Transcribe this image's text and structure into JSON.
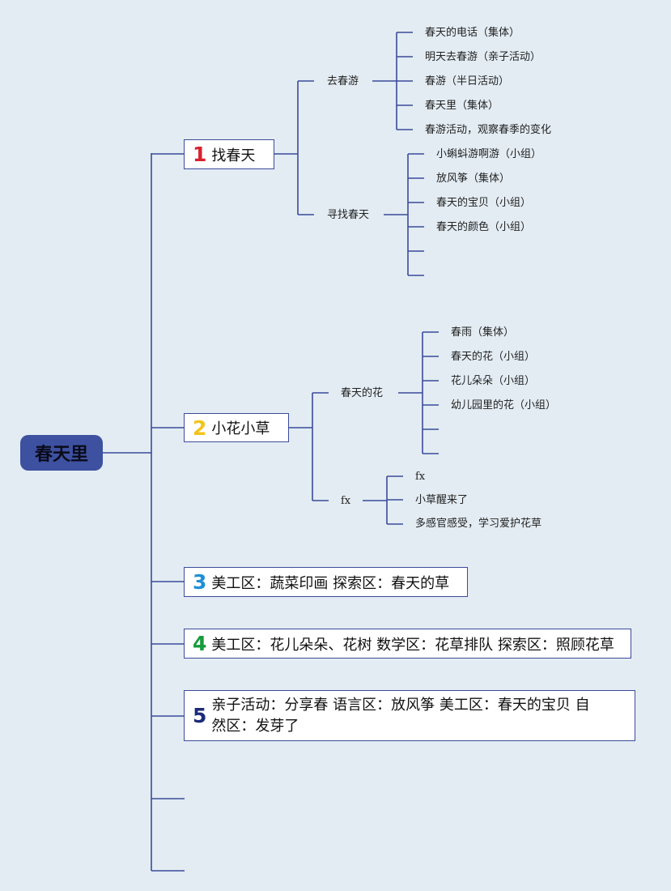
{
  "root": {
    "label": "春天里",
    "color": "#3d51a0"
  },
  "line_color": "#3b4b9a",
  "topics": [
    {
      "number": "1",
      "number_color": "#d8212f",
      "label": "找春天"
    },
    {
      "number": "2",
      "number_color": "#f2c41a",
      "label": "小花小草"
    },
    {
      "number": "3",
      "number_color": "#1f8fd6",
      "label": "美工区：蔬菜印画 探索区：春天的草"
    },
    {
      "number": "4",
      "number_color": "#169b3a",
      "label": "美工区：花儿朵朵、花树 数学区：花草排队 探索区：照顾花草"
    },
    {
      "number": "5",
      "number_color": "#1d2a7a",
      "label": "亲子活动：分享春 语言区：放风筝 美工区：春天的宝贝 自然区：发芽了"
    }
  ],
  "subtopics": {
    "t1_a": "去春游",
    "t1_b": "寻找春天",
    "t2_a": "春天的花",
    "t2_b": "fx"
  },
  "leaves": {
    "t1_a": [
      "春天的电话（集体）",
      "明天去春游（亲子活动）",
      "春游（半日活动）",
      "春天里（集体）",
      "春游活动，观察春季的变化"
    ],
    "t1_b": [
      "小蝌蚪游啊游（小组）",
      "放风筝（集体）",
      "春天的宝贝（小组）",
      "春天的颜色（小组）",
      "",
      ""
    ],
    "t2_a": [
      "春雨（集体）",
      "春天的花（小组）",
      "花儿朵朵（小组）",
      "幼儿园里的花（小组）",
      "",
      ""
    ],
    "t2_b": [
      "fx",
      "小草醒来了",
      "多感官感受，学习爱护花草"
    ]
  }
}
